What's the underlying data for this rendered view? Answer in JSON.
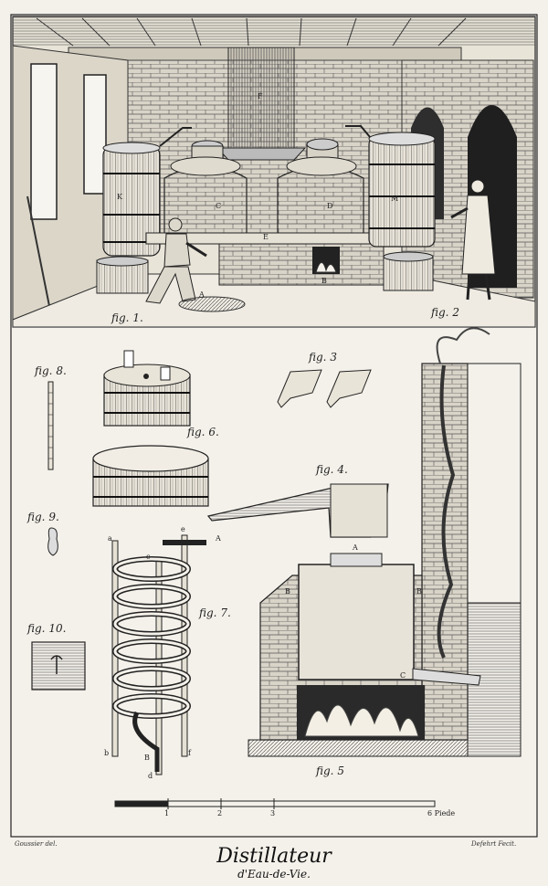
{
  "plate": {
    "title": "Distillateur",
    "subtitle": "d'Eau-de-Vie.",
    "signature_left": "Goussier del.",
    "signature_right": "Defehrt Fecit."
  },
  "figure_labels": {
    "fig1": "fig. 1.",
    "fig2": "fig. 2",
    "fig3": "fig. 3",
    "fig4": "fig. 4.",
    "fig5": "fig. 5",
    "fig6": "fig. 6.",
    "fig7": "fig. 7.",
    "fig8": "fig. 8.",
    "fig9": "fig. 9.",
    "fig10": "fig. 10."
  },
  "scale": {
    "ticks": [
      "1",
      "2",
      "3"
    ],
    "unit": "6 Piede"
  },
  "letters": {
    "workshop": [
      "F",
      "K",
      "C",
      "D",
      "M",
      "E",
      "B",
      "A"
    ],
    "coil": [
      "a",
      "A",
      "c",
      "e",
      "b",
      "B",
      "f",
      "d"
    ],
    "furnace": [
      "A",
      "B",
      "B",
      "C"
    ]
  }
}
